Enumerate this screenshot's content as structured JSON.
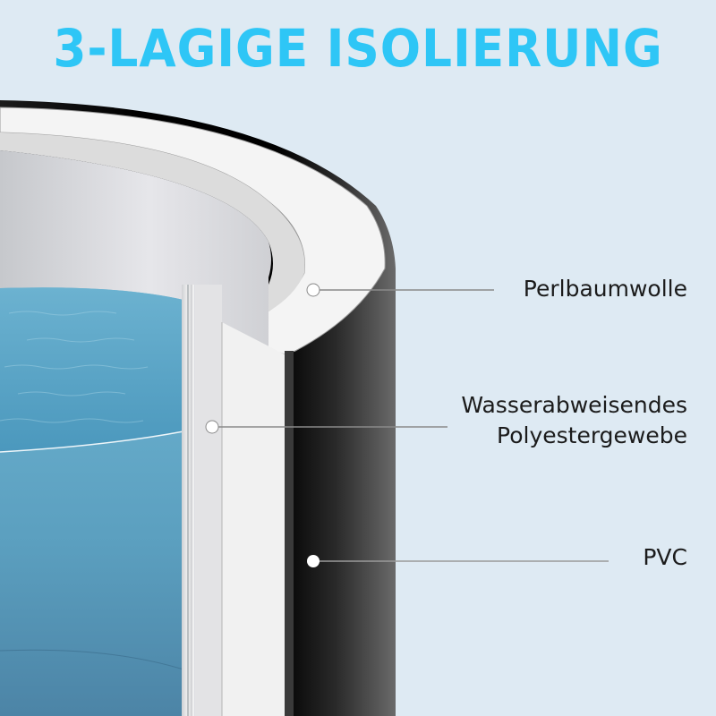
{
  "title": "3-LAGIGE ISOLIERUNG",
  "colors": {
    "title": "#2ec6f6",
    "background": "#deeaf3",
    "water": "#5aa6c6",
    "foam": "#f2f2f2",
    "pvc": "#050505"
  },
  "labels": {
    "perlbaumwolle": "Perlbaumwolle",
    "polyester_line1": "Wasserabweisendes",
    "polyester_line2": "Polyestergewebe",
    "pvc": "PVC"
  },
  "icons": {
    "marker": "circle-dot"
  }
}
